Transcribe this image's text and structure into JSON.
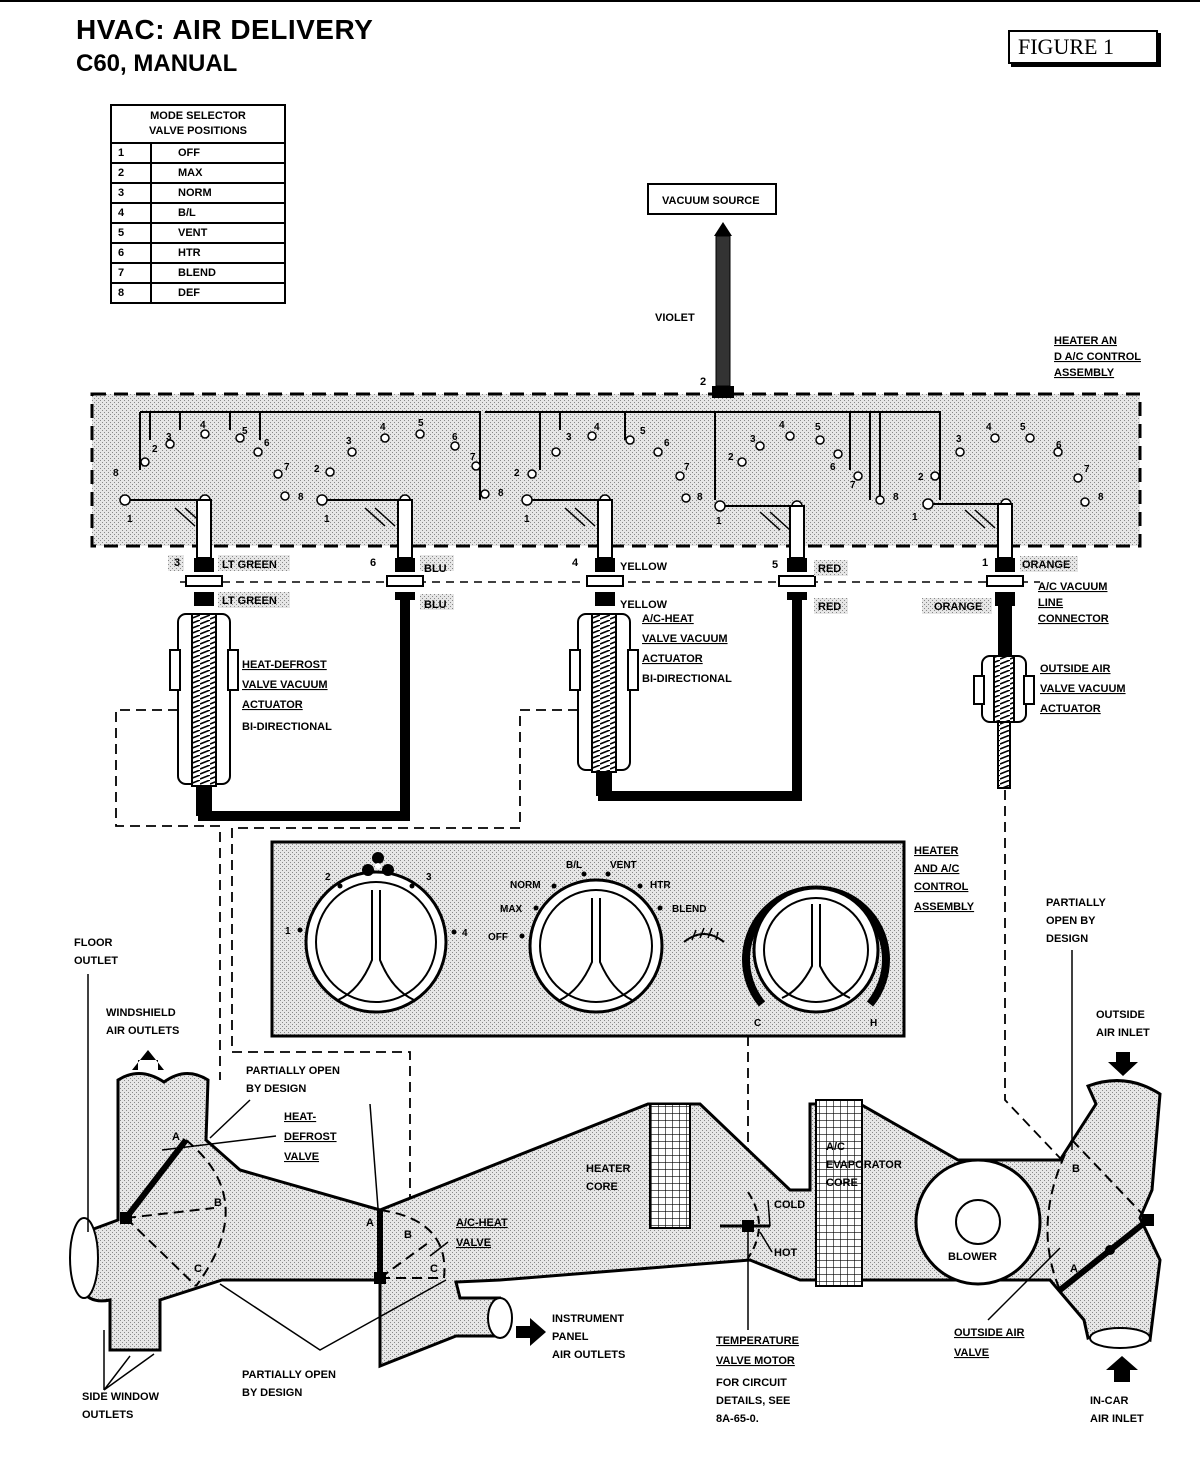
{
  "title": "HVAC: AIR DELIVERY",
  "subtitle": "C60, MANUAL",
  "figure_label": "FIGURE 1",
  "mode_table": {
    "header": [
      "MODE SELECTOR",
      "VALVE POSITIONS"
    ],
    "rows": [
      {
        "num": "1",
        "name": "OFF"
      },
      {
        "num": "2",
        "name": "MAX"
      },
      {
        "num": "3",
        "name": "NORM"
      },
      {
        "num": "4",
        "name": "B/L"
      },
      {
        "num": "5",
        "name": "VENT"
      },
      {
        "num": "6",
        "name": "HTR"
      },
      {
        "num": "7",
        "name": "BLEND"
      },
      {
        "num": "8",
        "name": "DEF"
      }
    ]
  },
  "vacuum_source": "VACUUM SOURCE",
  "violet": "VIOLET",
  "violet_port": "2",
  "control_assembly_label": [
    "HEATER AN",
    "D A/C CONTROL",
    "ASSEMBLY"
  ],
  "hoses": [
    {
      "port": "3",
      "upper": "LT GREEN",
      "lower": "LT GREEN"
    },
    {
      "port": "6",
      "upper": "BLU",
      "lower": "BLU"
    },
    {
      "port": "4",
      "upper": "YELLOW",
      "lower": "YELLOW"
    },
    {
      "port": "5",
      "upper": "RED",
      "lower": "RED"
    },
    {
      "port": "1",
      "upper": "ORANGE",
      "lower": "ORANGE"
    }
  ],
  "connector_label": [
    "A/C VACUUM",
    "LINE",
    "CONNECTOR"
  ],
  "heat_defrost_actuator": [
    "HEAT-DEFROST",
    "VALVE VACUUM",
    "ACTUATOR",
    "BI-DIRECTIONAL"
  ],
  "ac_heat_actuator": [
    "A/C-HEAT",
    "VALVE VACUUM",
    "ACTUATOR",
    "BI-DIRECTIONAL"
  ],
  "outside_air_actuator": [
    "OUTSIDE AIR",
    "VALVE VACUUM",
    "ACTUATOR"
  ],
  "panel": {
    "label": [
      "HEATER",
      "AND A/C",
      "CONTROL",
      "ASSEMBLY"
    ],
    "fan_positions": [
      "1",
      "2",
      "3",
      "4"
    ],
    "mode_labels": [
      "OFF",
      "MAX",
      "NORM",
      "B/L",
      "VENT",
      "HTR",
      "BLEND"
    ],
    "temp_labels": [
      "C",
      "H"
    ]
  },
  "duct": {
    "floor_outlet": [
      "FLOOR",
      "OUTLET"
    ],
    "windshield": [
      "WINDSHIELD",
      "AIR OUTLETS"
    ],
    "partially_open_top": [
      "PARTIALLY OPEN",
      "BY DESIGN"
    ],
    "heat_defrost_valve": [
      "HEAT-",
      "DEFROST",
      "VALVE"
    ],
    "ac_heat_valve": [
      "A/C-HEAT",
      "VALVE"
    ],
    "heater_core": [
      "HEATER",
      "CORE"
    ],
    "cold": "COLD",
    "hot": "HOT",
    "evaporator": [
      "A/C",
      "EVAPORATOR",
      "CORE"
    ],
    "blower": "BLOWER",
    "partially_open_right": [
      "PARTIALLY",
      "OPEN BY",
      "DESIGN"
    ],
    "outside_air_inlet": [
      "OUTSIDE",
      "AIR INLET"
    ],
    "instrument_panel": [
      "INSTRUMENT",
      "PANEL",
      "AIR OUTLETS"
    ],
    "partially_open_bottom": [
      "PARTIALLY OPEN",
      "BY DESIGN"
    ],
    "side_window": [
      "SIDE WINDOW",
      "OUTLETS"
    ],
    "temp_motor": [
      "TEMPERATURE",
      "VALVE MOTOR"
    ],
    "circuit_note": [
      "FOR CIRCUIT",
      "DETAILS, SEE",
      "8A-65-0."
    ],
    "outside_air_valve": [
      "OUTSIDE AIR",
      "VALVE"
    ],
    "in_car_inlet": [
      "IN-CAR",
      "AIR INLET"
    ],
    "valve_letters_left": [
      "A",
      "B",
      "C"
    ],
    "valve_letters_mid": [
      "A",
      "B",
      "C"
    ],
    "valve_letters_right": [
      "A",
      "B"
    ]
  },
  "colors": {
    "ink": "#000000",
    "stipple": "#d8d8d8",
    "paper": "#ffffff"
  }
}
